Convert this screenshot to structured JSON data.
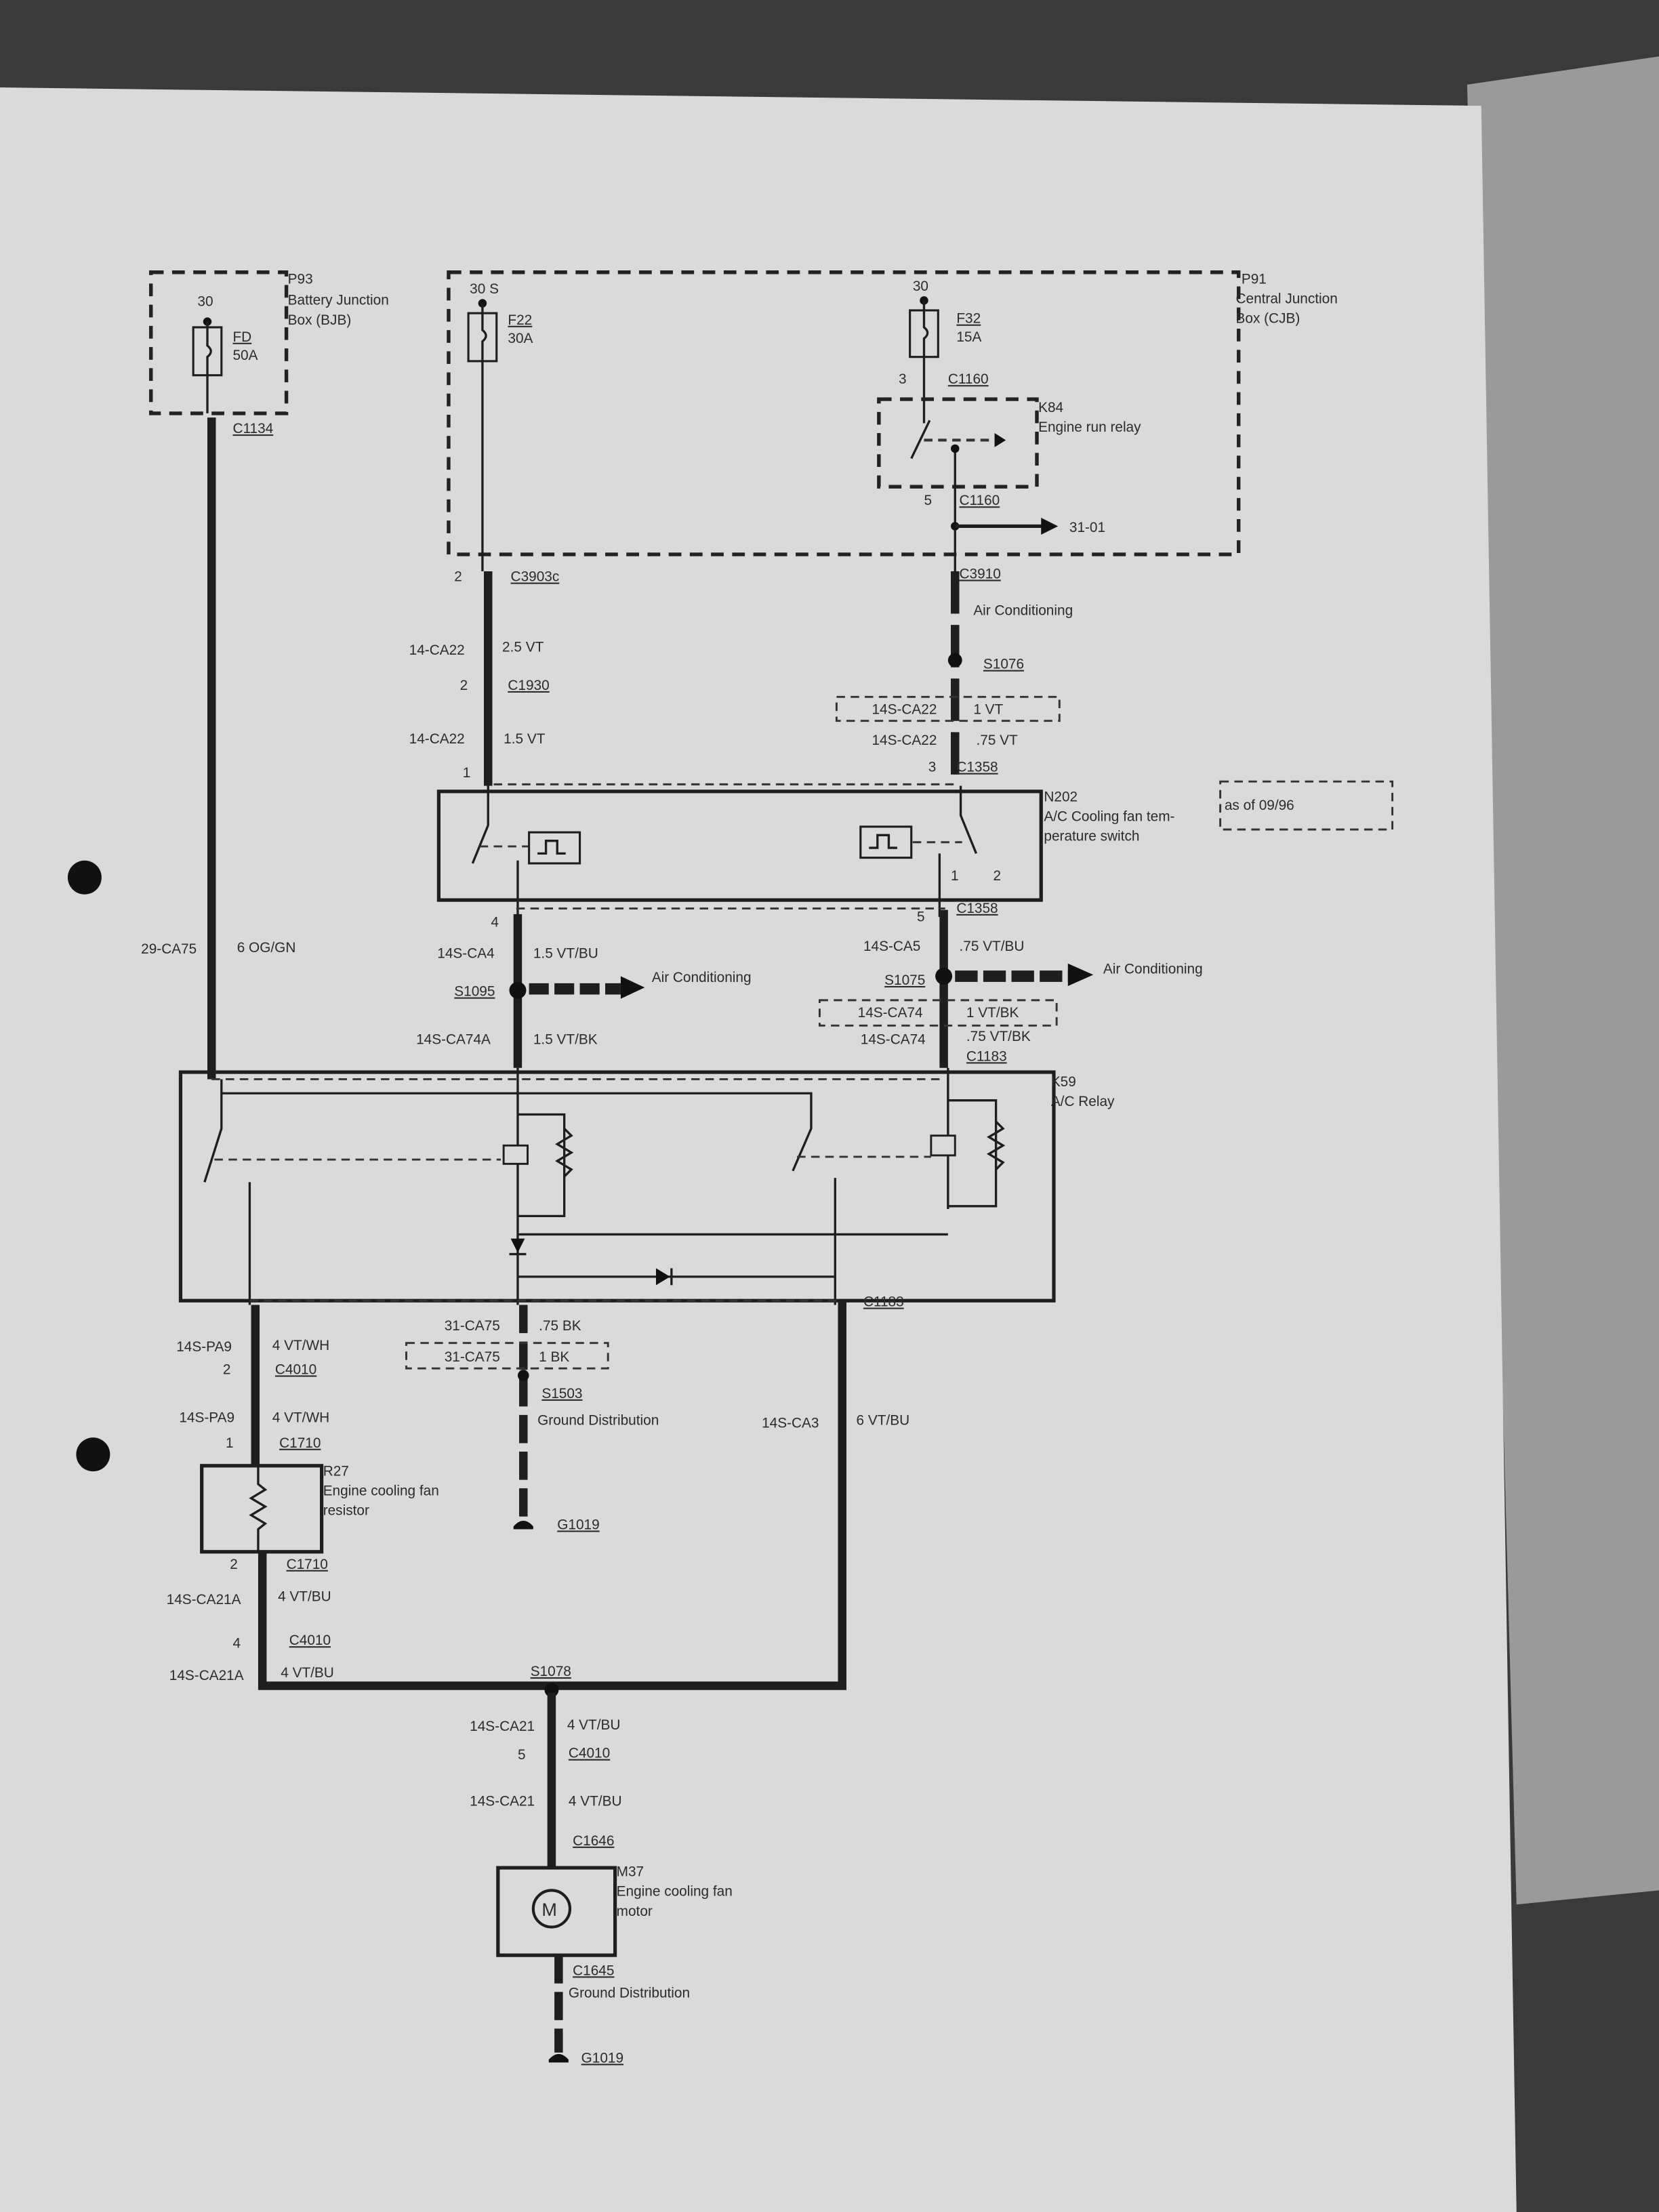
{
  "p93": {
    "id": "P93",
    "name1": "Battery Junction",
    "name2": "Box (BJB)",
    "terminal": "30",
    "fuse": "FD",
    "rating": "50A",
    "connector": "C1134"
  },
  "p91": {
    "id": "P91",
    "name1": "Central Junction",
    "name2": "Box (CJB)"
  },
  "f22": {
    "terminal": "30 S",
    "fuse": "F22",
    "rating": "30A",
    "pin": "2",
    "connector": "C3903c"
  },
  "f32": {
    "terminal": "30",
    "fuse": "F32",
    "rating": "15A",
    "pin3": "3",
    "conn3": "C1160",
    "pin5": "5",
    "conn5": "C1160"
  },
  "k84": {
    "id": "K84",
    "name": "Engine run relay",
    "ref": "31-01"
  },
  "left_upper": {
    "w1": "14-CA22",
    "s1": "2.5 VT",
    "pin_c1930": "2",
    "c1930": "C1930",
    "w2": "14-CA22",
    "s2": "1.5 VT",
    "pin1": "1"
  },
  "right_upper": {
    "c3910": "C3910",
    "ac": "Air Conditioning",
    "s1076": "S1076",
    "alt_w": "14S-CA22",
    "alt_s": "1 VT",
    "w": "14S-CA22",
    "s": ".75 VT",
    "pin3": "3",
    "c1358": "C1358"
  },
  "n202": {
    "id": "N202",
    "name1": "A/C Cooling fan tem-",
    "name2": "perature switch",
    "pin1": "1",
    "pin2": "2",
    "note": "as of 09/96"
  },
  "mid": {
    "w29": "29-CA75",
    "s29": "6 OG/GN",
    "pin4": "4",
    "w_ca4": "14S-CA4",
    "s_ca4": "1.5 VT/BU",
    "s1095": "S1095",
    "ac1": "Air Conditioning",
    "w_ca74a": "14S-CA74A",
    "s_ca74a": "1.5 VT/BK",
    "c1358": "C1358",
    "pin5": "5",
    "w_ca5": "14S-CA5",
    "s_ca5": ".75 VT/BU",
    "s1075": "S1075",
    "ac2": "Air Conditioning",
    "alt_w": "14S-CA74",
    "alt_s": "1 VT/BK",
    "w_ca74": "14S-CA74",
    "s_ca74": ".75 VT/BK",
    "c1183": "C1183"
  },
  "k59": {
    "id": "K59",
    "name": "A/C Relay"
  },
  "lower": {
    "c1183": "C1183",
    "w_pa9a": "14S-PA9",
    "s_pa9a": "4 VT/WH",
    "pin2": "2",
    "c4010a": "C4010",
    "w_pa9b": "14S-PA9",
    "s_pa9b": "4 VT/WH",
    "pin1": "1",
    "c1710a": "C1710",
    "w_gnd": "31-CA75",
    "s_gnd": ".75 BK",
    "alt_w_gnd": "31-CA75",
    "alt_s_gnd": "1 BK",
    "s1503": "S1503",
    "gd1": "Ground Distribution",
    "g1019a": "G1019",
    "w_ca3": "14S-CA3",
    "s_ca3": "6 VT/BU",
    "pin2b": "2",
    "c1710b": "C1710",
    "w_21a1": "14S-CA21A",
    "s_21a1": "4 VT/BU",
    "pin4": "4",
    "c4010b": "C4010",
    "w_21a2": "14S-CA21A",
    "s_21a2": "4 VT/BU",
    "s1078": "S1078",
    "w_21a": "14S-CA21",
    "s_21a": "4 VT/BU",
    "pin5": "5",
    "c4010c": "C4010",
    "w_21b": "14S-CA21",
    "s_21b": "4 VT/BU",
    "c1646": "C1646",
    "c1645": "C1645",
    "gd2": "Ground Distribution",
    "g1019b": "G1019"
  },
  "r27": {
    "id": "R27",
    "name1": "Engine cooling fan",
    "name2": "resistor"
  },
  "m37": {
    "id": "M37",
    "name1": "Engine cooling fan",
    "name2": "motor",
    "symbol": "M"
  }
}
